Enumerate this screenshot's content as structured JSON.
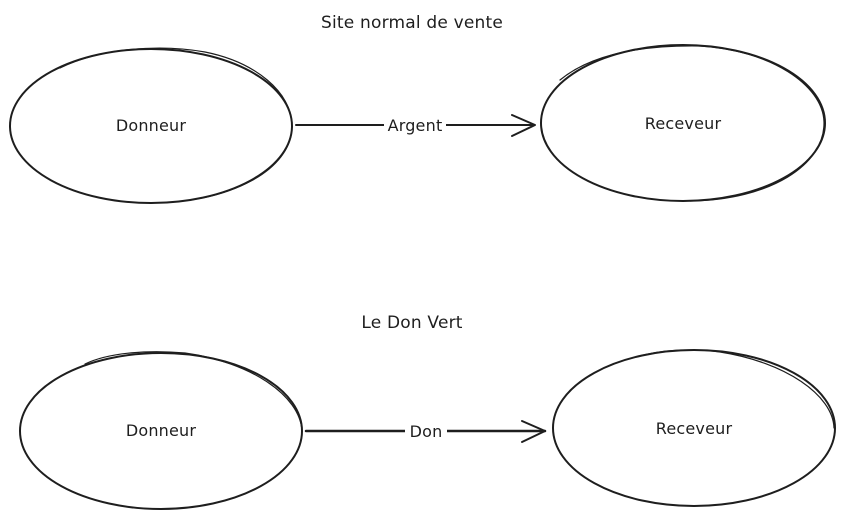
{
  "diagrams": [
    {
      "title": "Site normal de vente",
      "source": "Donneur",
      "target": "Receveur",
      "edge_label": "Argent"
    },
    {
      "title": "Le Don Vert",
      "source": "Donneur",
      "target": "Receveur",
      "edge_label": "Don"
    }
  ]
}
